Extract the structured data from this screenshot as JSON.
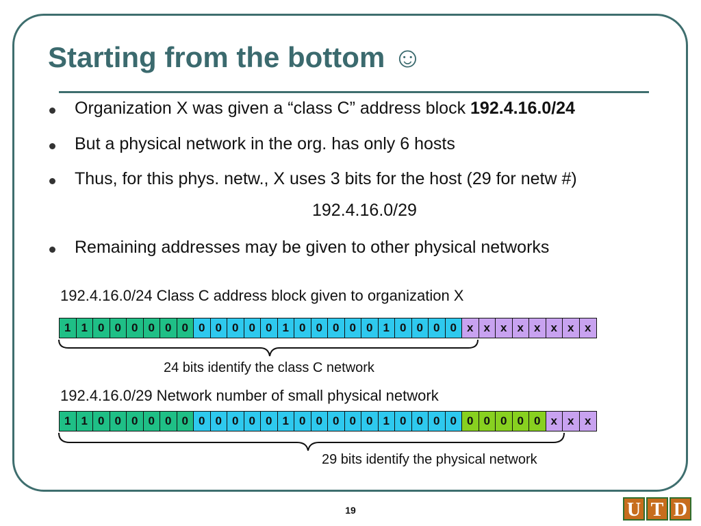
{
  "slide": {
    "title": "Starting from the bottom ☺",
    "bullets": [
      {
        "text": "Organization X was given a “class C” address block ",
        "bold": "192.4.16.0/24"
      },
      {
        "text": "But a physical network in the org. has only 6 hosts",
        "bold": ""
      },
      {
        "text": "Thus, for this phys. netw., X uses 3 bits for the host (29 for netw #)",
        "bold": ""
      },
      {
        "text": "Remaining addresses may be given to other physical networks",
        "bold": ""
      }
    ],
    "centered_address": "192.4.16.0/29",
    "block1": {
      "caption": "192.4.16.0/24 Class C address block given to organization X",
      "bits": [
        "1",
        "1",
        "0",
        "0",
        "0",
        "0",
        "0",
        "0",
        "0",
        "0",
        "0",
        "0",
        "0",
        "1",
        "0",
        "0",
        "0",
        "0",
        "0",
        "1",
        "0",
        "0",
        "0",
        "0",
        "x",
        "x",
        "x",
        "x",
        "x",
        "x",
        "x",
        "x"
      ],
      "groups": [
        "g1",
        "g1",
        "g1",
        "g1",
        "g1",
        "g1",
        "g1",
        "g1",
        "g2",
        "g2",
        "g2",
        "g2",
        "g2",
        "g2",
        "g2",
        "g2",
        "g2",
        "g2",
        "g2",
        "g2",
        "g2",
        "g2",
        "g2",
        "g2",
        "g3",
        "g3",
        "g3",
        "g3",
        "g3",
        "g3",
        "g3",
        "g3"
      ],
      "brace_label": "24 bits identify the class C network"
    },
    "block2": {
      "caption": "192.4.16.0/29 Network number of small physical network",
      "bits": [
        "1",
        "1",
        "0",
        "0",
        "0",
        "0",
        "0",
        "0",
        "0",
        "0",
        "0",
        "0",
        "0",
        "1",
        "0",
        "0",
        "0",
        "0",
        "0",
        "1",
        "0",
        "0",
        "0",
        "0",
        "0",
        "0",
        "0",
        "0",
        "0",
        "x",
        "x",
        "x"
      ],
      "groups": [
        "g1",
        "g1",
        "g1",
        "g1",
        "g1",
        "g1",
        "g1",
        "g1",
        "g2",
        "g2",
        "g2",
        "g2",
        "g2",
        "g2",
        "g2",
        "g2",
        "g2",
        "g2",
        "g2",
        "g2",
        "g2",
        "g2",
        "g2",
        "g2",
        "g4",
        "g4",
        "g4",
        "g4",
        "g4",
        "g3",
        "g3",
        "g3"
      ],
      "brace_label": "29 bits identify the physical network"
    },
    "page_number": "19",
    "logo_letters": [
      "U",
      "T",
      "D"
    ],
    "colors": {
      "title": "#3b6a6e",
      "frame": "#3e6e6e",
      "octet1": "#1fbf86",
      "octet23": "#2ec9ee",
      "host": "#c8a2f0",
      "subnet": "#88d020",
      "logo": "#c76d1d"
    }
  }
}
